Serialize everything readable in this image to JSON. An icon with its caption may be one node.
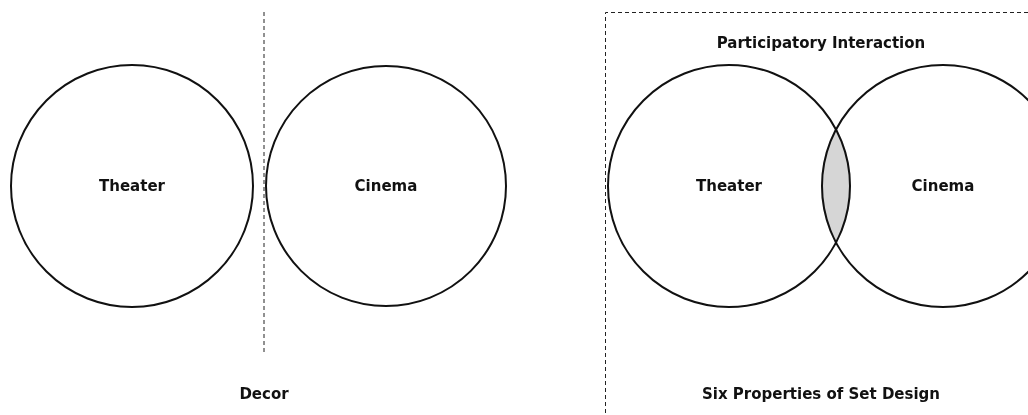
{
  "diagram": {
    "nodes": [
      {
        "text": [
          "Theater"
        ]
      },
      {
        "text": [
          "Cinema"
        ]
      },
      {
        "text": [
          "Theater"
        ]
      },
      {
        "text": [],
        "shape": "lens"
      },
      {
        "text": [
          "Cinema"
        ]
      }
    ],
    "labels": [
      "Participatory Interaction",
      "Decor",
      "Six Properties of Set Design"
    ]
  }
}
